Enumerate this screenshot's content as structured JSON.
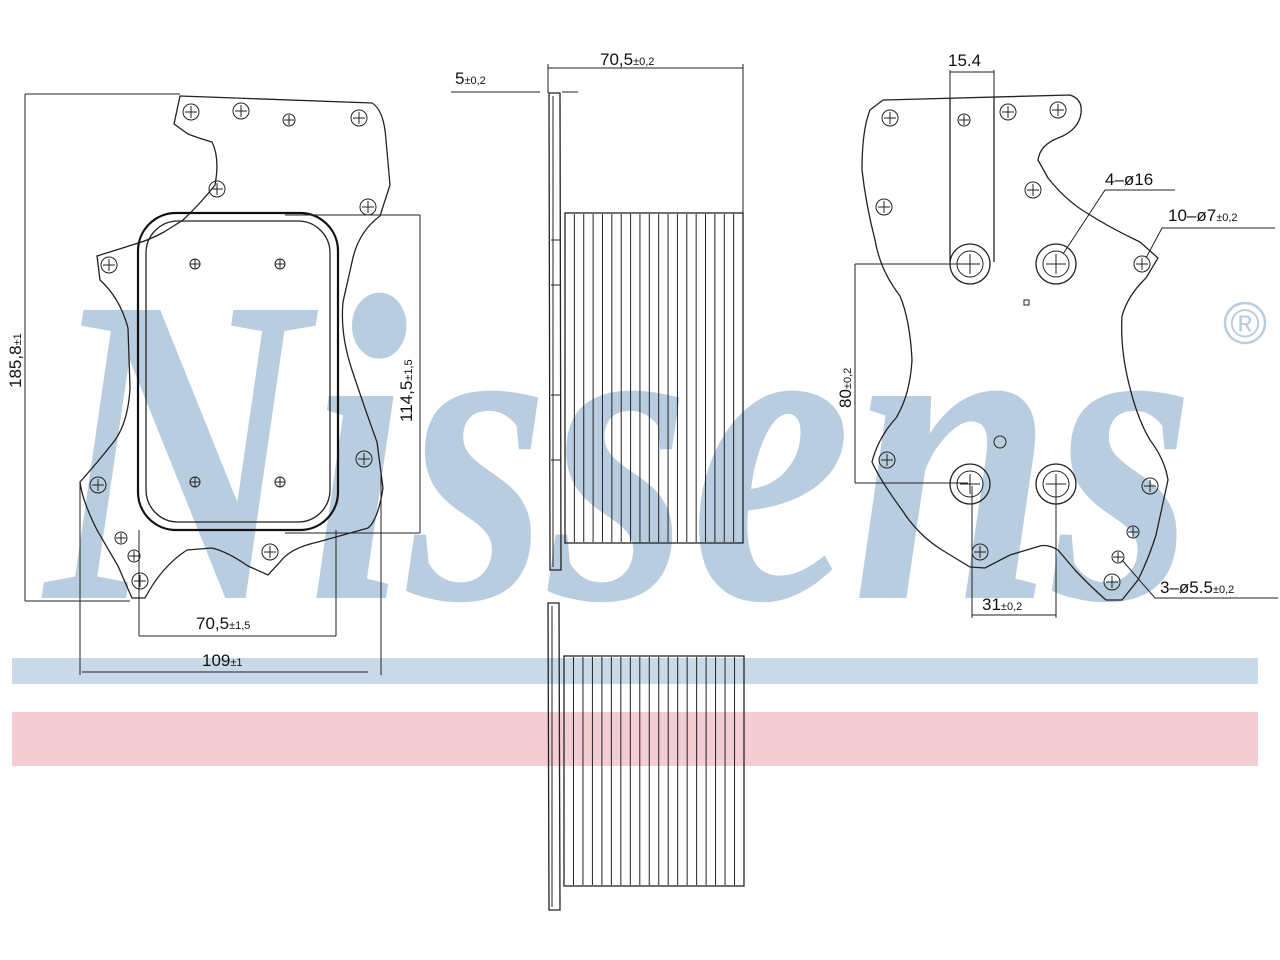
{
  "watermark": {
    "brand": "Nissens",
    "registered_mark": "®",
    "colors": {
      "brand_blue": "#b9cde0",
      "stripe_blue": "#c9d9e8",
      "stripe_red": "#f4ccd3"
    }
  },
  "dimensions": {
    "front_height": {
      "value": "185,8",
      "tol": "±1"
    },
    "front_gasket_height": {
      "value": "114,5",
      "tol": "±1,5"
    },
    "front_gasket_width": {
      "value": "70,5",
      "tol": "±1,5"
    },
    "front_width": {
      "value": "109",
      "tol": "±1"
    },
    "side_plate_thickness": {
      "value": "5",
      "tol": "±0,2"
    },
    "side_depth": {
      "value": "70,5",
      "tol": "±0,2"
    },
    "rear_slot_width": {
      "value": "15.4"
    },
    "rear_ports": {
      "value": "4–ø16"
    },
    "rear_holes": {
      "value": "10–ø7",
      "tol": "±0,2"
    },
    "rear_port_spacing_v": {
      "value": "80",
      "tol": "±0,2"
    },
    "rear_port_spacing_h": {
      "value": "31",
      "tol": "±0,2"
    },
    "rear_small_holes": {
      "value": "3–ø5.5",
      "tol": "±0,2"
    }
  }
}
